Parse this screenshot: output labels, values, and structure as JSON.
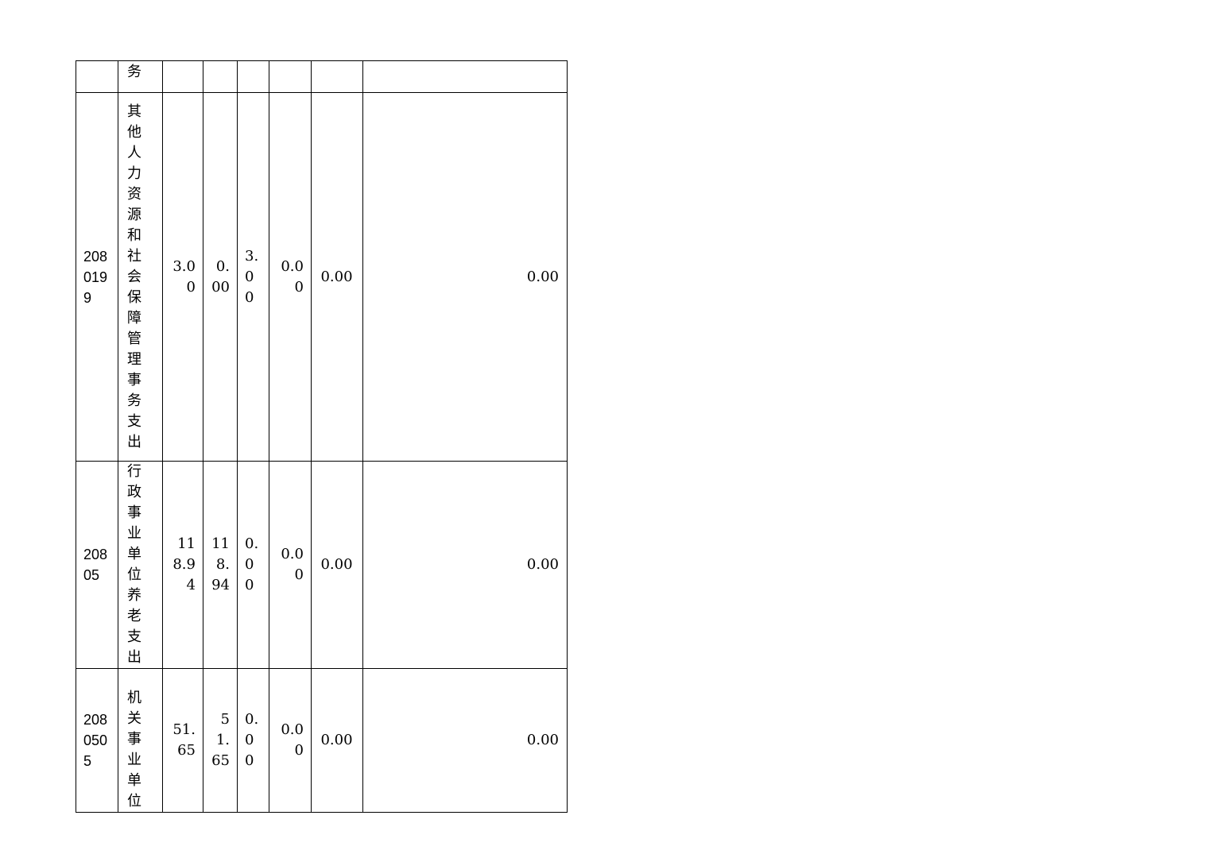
{
  "table": {
    "rows": [
      {
        "code": "",
        "name": "务",
        "total": "",
        "basic": "",
        "project": "",
        "col5": "",
        "col6": "",
        "col7": ""
      },
      {
        "code": "2080199",
        "name": "其他人力资源和社会保障管理事务支出",
        "total": "3.00",
        "basic": "0.00",
        "project": "3.00",
        "col5": "0.00",
        "col6": "0.00",
        "col7": "0.00"
      },
      {
        "code": "20805",
        "name": "行政事业单位养老支出",
        "total": "118.94",
        "basic": "118.94",
        "project": "0.00",
        "col5": "0.00",
        "col6": "0.00",
        "col7": "0.00"
      },
      {
        "code": "2080505",
        "name": "机关事业单位",
        "total": "51.65",
        "basic": "51.65",
        "project": "0.00",
        "col5": "0.00",
        "col6": "0.00",
        "col7": "0.00"
      }
    ]
  }
}
